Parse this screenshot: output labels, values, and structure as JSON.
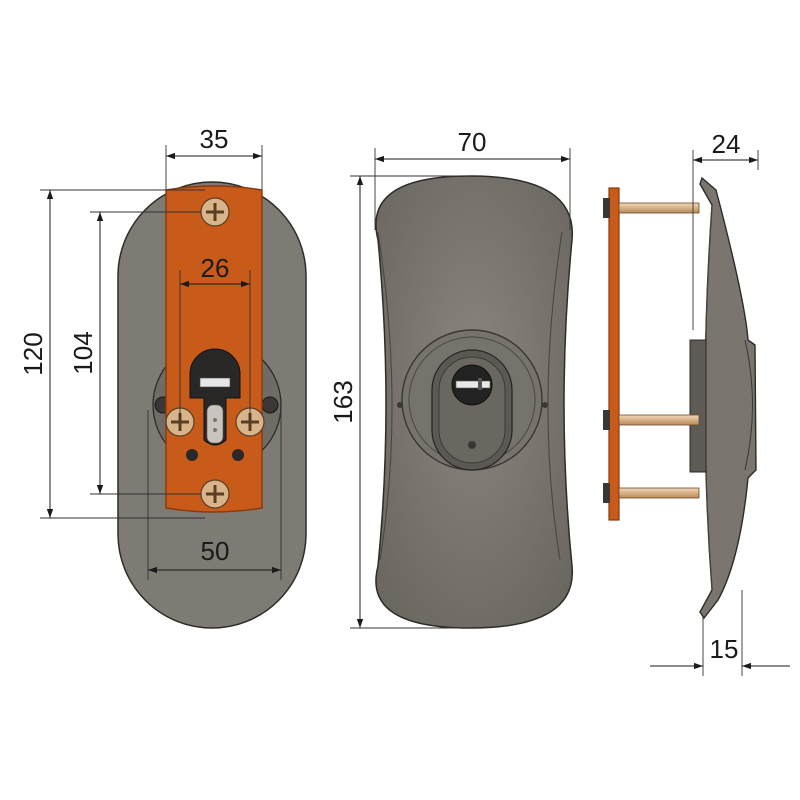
{
  "dimensions": {
    "back_plate_width": "35",
    "mount_height_outer": "120",
    "mount_height_inner": "104",
    "cylinder_spacing": "26",
    "back_base_width": "50",
    "front_width": "70",
    "front_height": "163",
    "side_depth": "24",
    "side_plate_depth": "15"
  },
  "colors": {
    "body": "#7e7a74",
    "body_dark": "#55514c",
    "plate": "#c85a1a",
    "plate_edge": "#8a3a0c",
    "screw": "#d9b48a",
    "rod": "#e4c29a"
  }
}
